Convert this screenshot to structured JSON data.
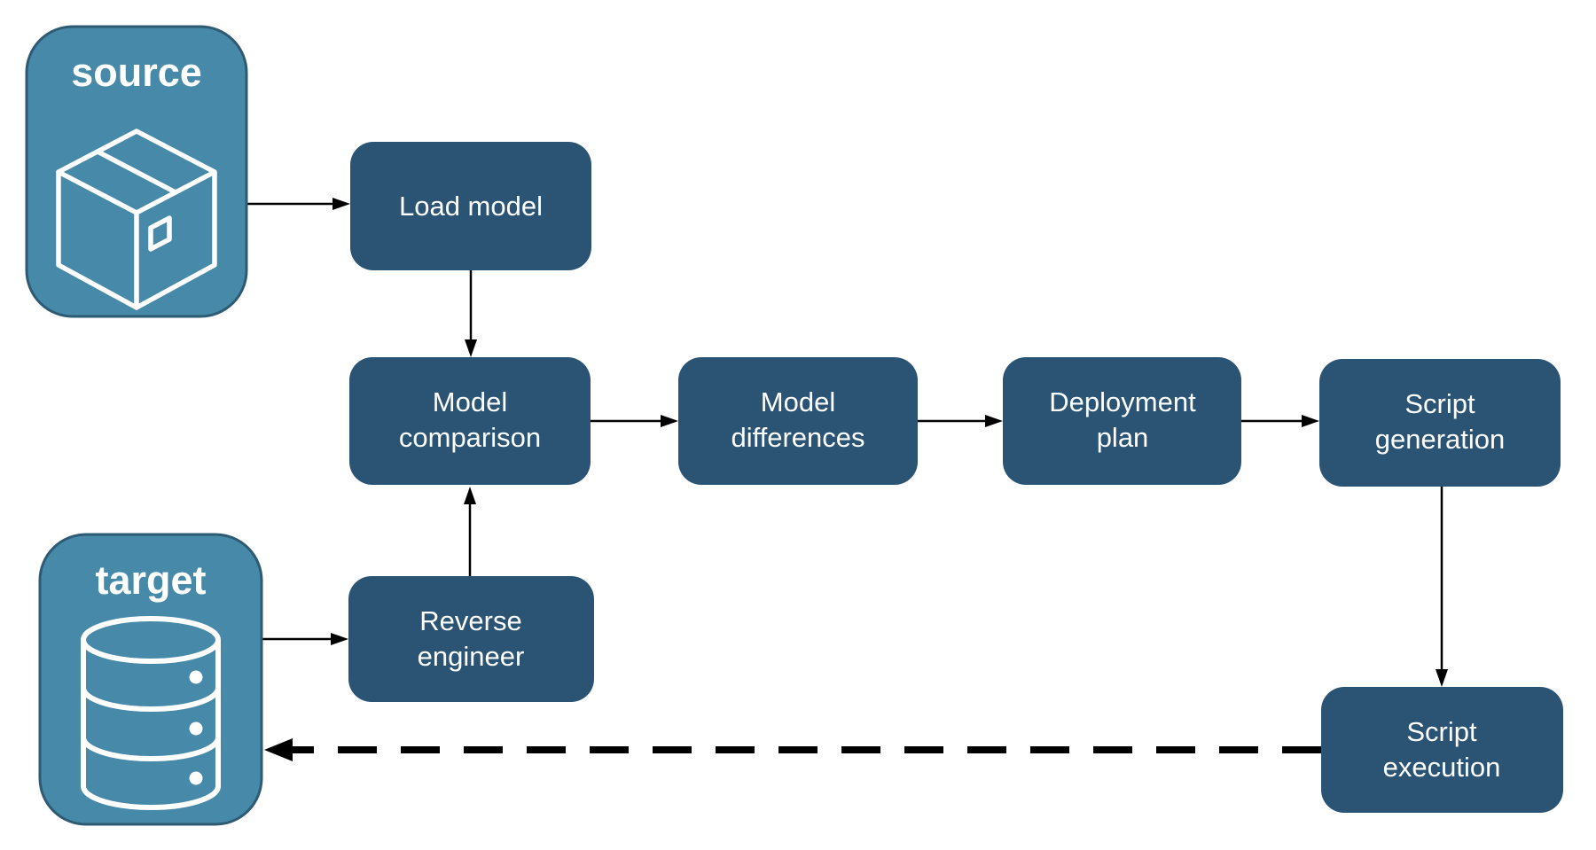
{
  "diagram": {
    "endpoints": [
      {
        "id": "source",
        "label": "source",
        "icon": "package-icon"
      },
      {
        "id": "target",
        "label": "target",
        "icon": "database-icon"
      }
    ],
    "nodes": [
      {
        "id": "load-model",
        "lines": [
          "Load model"
        ]
      },
      {
        "id": "model-comparison",
        "lines": [
          "Model",
          "comparison"
        ]
      },
      {
        "id": "model-differences",
        "lines": [
          "Model",
          "differences"
        ]
      },
      {
        "id": "deployment-plan",
        "lines": [
          "Deployment",
          "plan"
        ]
      },
      {
        "id": "script-generation",
        "lines": [
          "Script",
          "generation"
        ]
      },
      {
        "id": "reverse-engineer",
        "lines": [
          "Reverse",
          "engineer"
        ]
      },
      {
        "id": "script-execution",
        "lines": [
          "Script",
          "execution"
        ]
      }
    ],
    "edges": [
      {
        "from": "source",
        "to": "load-model",
        "style": "solid"
      },
      {
        "from": "load-model",
        "to": "model-comparison",
        "style": "solid"
      },
      {
        "from": "target",
        "to": "reverse-engineer",
        "style": "solid"
      },
      {
        "from": "reverse-engineer",
        "to": "model-comparison",
        "style": "solid"
      },
      {
        "from": "model-comparison",
        "to": "model-differences",
        "style": "solid"
      },
      {
        "from": "model-differences",
        "to": "deployment-plan",
        "style": "solid"
      },
      {
        "from": "deployment-plan",
        "to": "script-generation",
        "style": "solid"
      },
      {
        "from": "script-generation",
        "to": "script-execution",
        "style": "solid"
      },
      {
        "from": "script-execution",
        "to": "target",
        "style": "dashed"
      }
    ],
    "colors": {
      "background": "#ffffff",
      "endpoint_fill": "#4689a8",
      "endpoint_border": "#2f5a73",
      "process_fill": "#2b5474",
      "label_text": "#ffffff",
      "arrow_color": "#000000"
    }
  }
}
